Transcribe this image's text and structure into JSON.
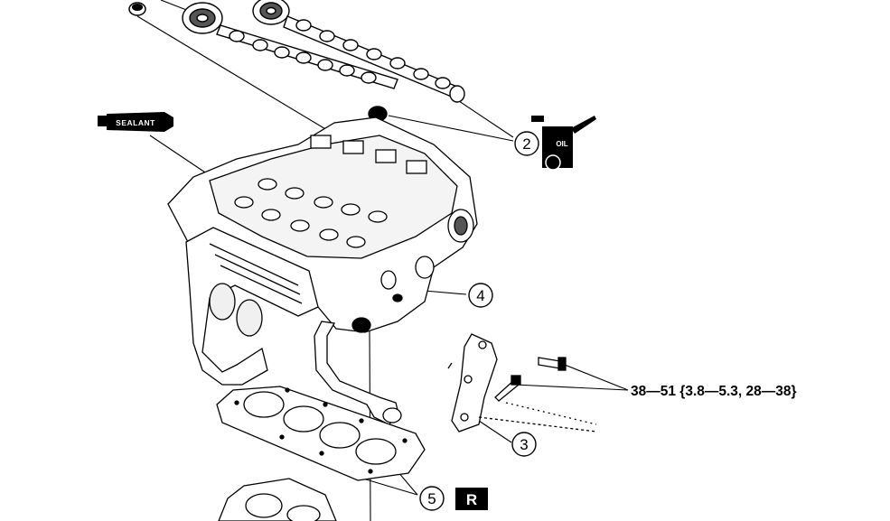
{
  "callouts": [
    {
      "id": "2",
      "label": "2"
    },
    {
      "id": "3",
      "label": "3"
    },
    {
      "id": "4",
      "label": "4"
    },
    {
      "id": "5",
      "label": "5"
    }
  ],
  "sealant_tube": {
    "label": "SEALANT"
  },
  "oil_can": {
    "label": "OIL"
  },
  "replace_badge": {
    "label": "R"
  },
  "torque_spec": {
    "label": "38—51 {3.8—5.3, 28—38}"
  },
  "colors": {
    "ink": "#000000",
    "paper": "#ffffff"
  }
}
